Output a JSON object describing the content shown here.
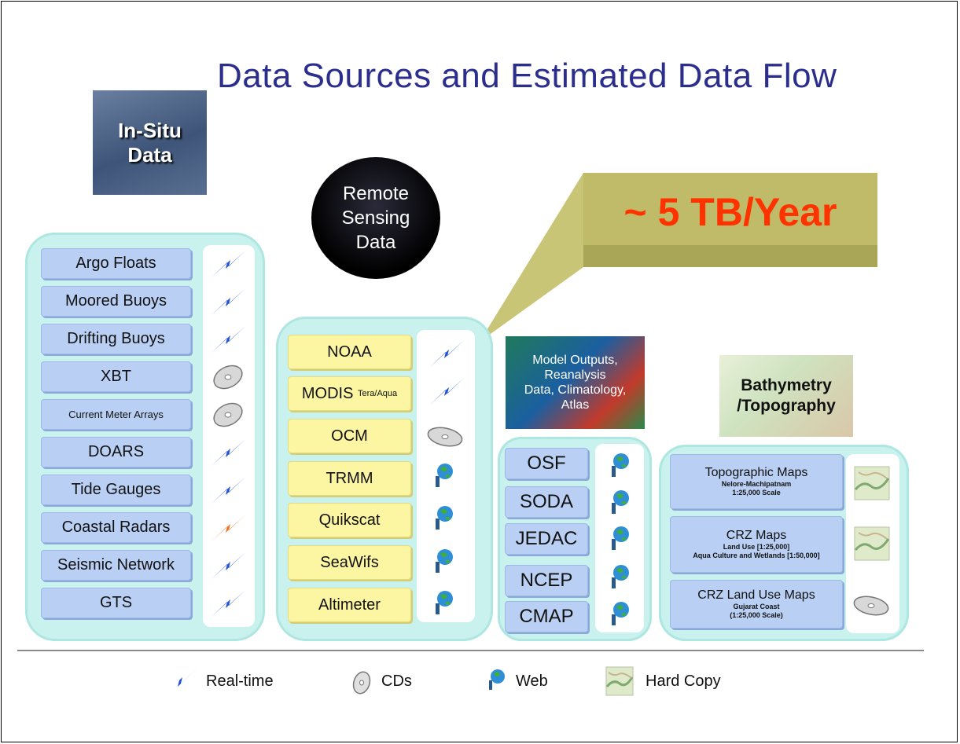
{
  "title": "Data Sources and Estimated Data Flow",
  "in_situ_label": [
    "In-Situ",
    "Data"
  ],
  "remote_label": [
    "Remote",
    "Sensing",
    "Data"
  ],
  "volume_label": "~ 5 TB/Year",
  "model_label": [
    "Model Outputs,",
    "Reanalysis",
    "Data, Climatology,",
    "Atlas"
  ],
  "bathy_label": [
    "Bathymetry",
    "/Topography"
  ],
  "in_situ_items": [
    {
      "label": "Argo Floats",
      "mode": "Real-time"
    },
    {
      "label": "Moored Buoys",
      "mode": "Real-time"
    },
    {
      "label": "Drifting Buoys",
      "mode": "Real-time"
    },
    {
      "label": "XBT",
      "mode": "CDs"
    },
    {
      "label": "Current Meter Arrays",
      "mode": "CDs"
    },
    {
      "label": "DOARS",
      "mode": "Real-time"
    },
    {
      "label": "Tide Gauges",
      "mode": "Real-time"
    },
    {
      "label": "Coastal Radars",
      "mode": "Real-time-orange"
    },
    {
      "label": "Seismic Network",
      "mode": "Real-time"
    },
    {
      "label": "GTS",
      "mode": "Real-time"
    }
  ],
  "remote_items": [
    {
      "label": "NOAA",
      "mode": "Real-time"
    },
    {
      "label": "MODIS",
      "sub": "Tera/Aqua",
      "mode": "Real-time"
    },
    {
      "label": "OCM",
      "mode": "CDs"
    },
    {
      "label": "TRMM",
      "mode": "Web"
    },
    {
      "label": "Quikscat",
      "mode": "Web"
    },
    {
      "label": "SeaWifs",
      "mode": "Web"
    },
    {
      "label": "Altimeter",
      "mode": "Web"
    }
  ],
  "model_items": [
    {
      "label": "OSF",
      "mode": "Web"
    },
    {
      "label": "SODA",
      "mode": "Web"
    },
    {
      "label": "JEDAC",
      "mode": "Web"
    },
    {
      "label": "NCEP",
      "mode": "Web"
    },
    {
      "label": "CMAP",
      "mode": "Web"
    }
  ],
  "bathy_items": [
    {
      "label": "Topographic Maps",
      "sub": [
        "Nelore-Machipatnam",
        "1:25,000 Scale"
      ],
      "mode": "Hard Copy"
    },
    {
      "label": "CRZ Maps",
      "sub": [
        "Land Use [1:25,000]",
        "Aqua Culture and Wetlands [1:50,000]"
      ],
      "mode": "Hard Copy"
    },
    {
      "label": "CRZ Land Use Maps",
      "sub": [
        "Gujarat Coast",
        "(1:25,000 Scale)"
      ],
      "mode": "CDs"
    }
  ],
  "legend": [
    {
      "icon": "lightning-icon",
      "label": "Real-time"
    },
    {
      "icon": "cd-icon",
      "label": "CDs"
    },
    {
      "icon": "globe-icon",
      "label": "Web"
    },
    {
      "icon": "map-icon",
      "label": "Hard Copy"
    }
  ],
  "colors": {
    "title": "#2b2e8c",
    "volume_text": "#ff3300",
    "realtime": "#1e4fd6",
    "realtime_alt": "#f2731c",
    "panel": "#c9f2ee",
    "blue_box": "#b9d0f4",
    "yellow_box": "#fcf6a2"
  }
}
